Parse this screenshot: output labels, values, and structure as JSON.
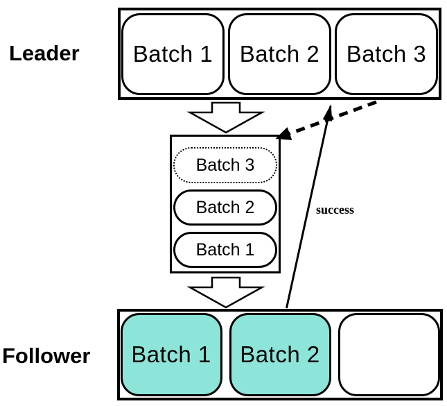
{
  "nodes": {
    "leader": {
      "label": "Leader",
      "batches": [
        "Batch 1",
        "Batch 2",
        "Batch 3"
      ]
    },
    "queue": {
      "batches": [
        "Batch 3",
        "Batch 2",
        "Batch 1"
      ],
      "pending_batch": "Batch 3"
    },
    "follower": {
      "label": "Follower",
      "batches": [
        "Batch 1",
        "Batch 2",
        ""
      ]
    }
  },
  "annotations": {
    "success": "success"
  },
  "icons": {
    "down_block_arrows": "hollow-down-arrow",
    "ack_arrow": "solid-up-arrow",
    "fetch_arrow": "dashed-down-left-arrow"
  },
  "colors": {
    "replicated_batch_fill": "#8CE5D8",
    "line": "#000000",
    "background": "#FFFFFF"
  }
}
